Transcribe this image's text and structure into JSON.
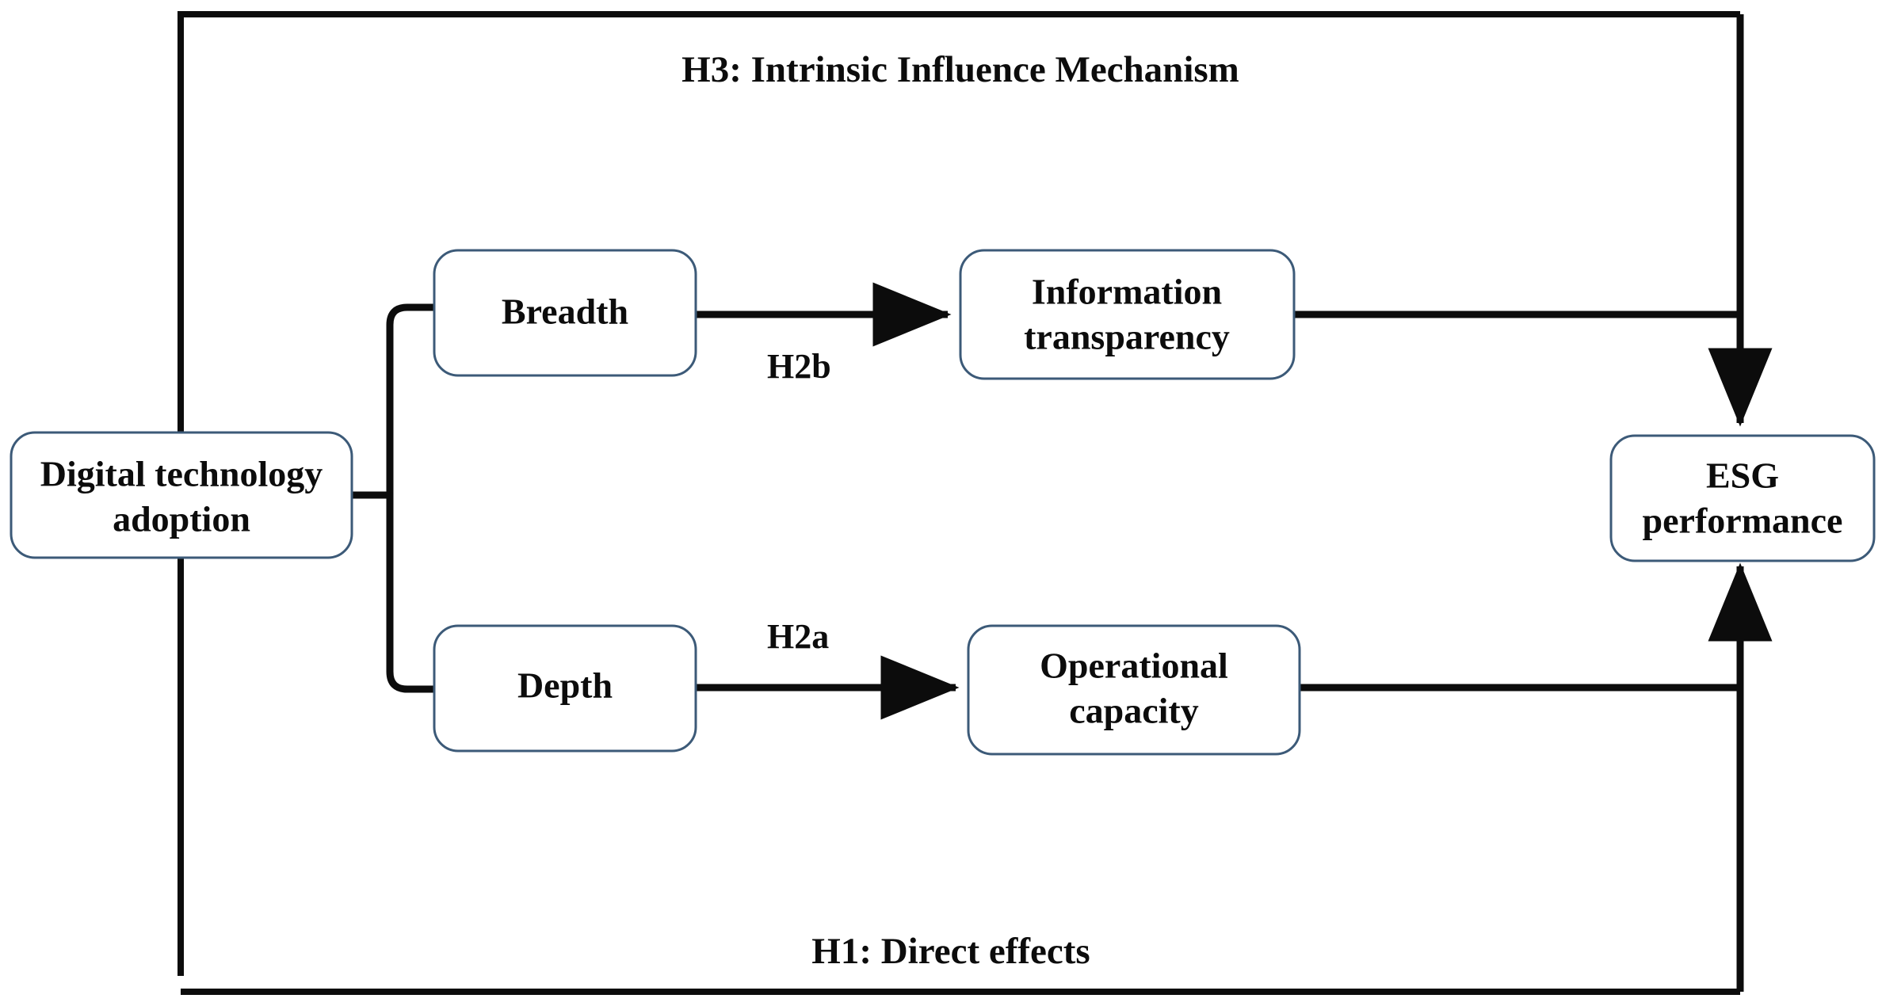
{
  "diagram": {
    "type": "conceptual-research-framework",
    "title_top": "H3:    Intrinsic Influence Mechanism",
    "title_bottom": "H1:    Direct effects",
    "colors": {
      "box_border": "#3c5a78",
      "line": "#0c0c0c",
      "text": "#0c0c0c",
      "background": "#ffffff"
    },
    "nodes": [
      {
        "id": "digital-technology-adoption",
        "line1": "Digital technology",
        "line2": "adoption"
      },
      {
        "id": "breadth",
        "line1": "Breadth",
        "line2": ""
      },
      {
        "id": "depth",
        "line1": "Depth",
        "line2": ""
      },
      {
        "id": "information-transparency",
        "line1": "Information",
        "line2": "transparency"
      },
      {
        "id": "operational-capacity",
        "line1": "Operational",
        "line2": "capacity"
      },
      {
        "id": "esg-performance",
        "line1": "ESG",
        "line2": "performance"
      }
    ],
    "edge_labels": {
      "breadth_to_transparency": "H2b",
      "depth_to_capacity": "H2a"
    }
  }
}
